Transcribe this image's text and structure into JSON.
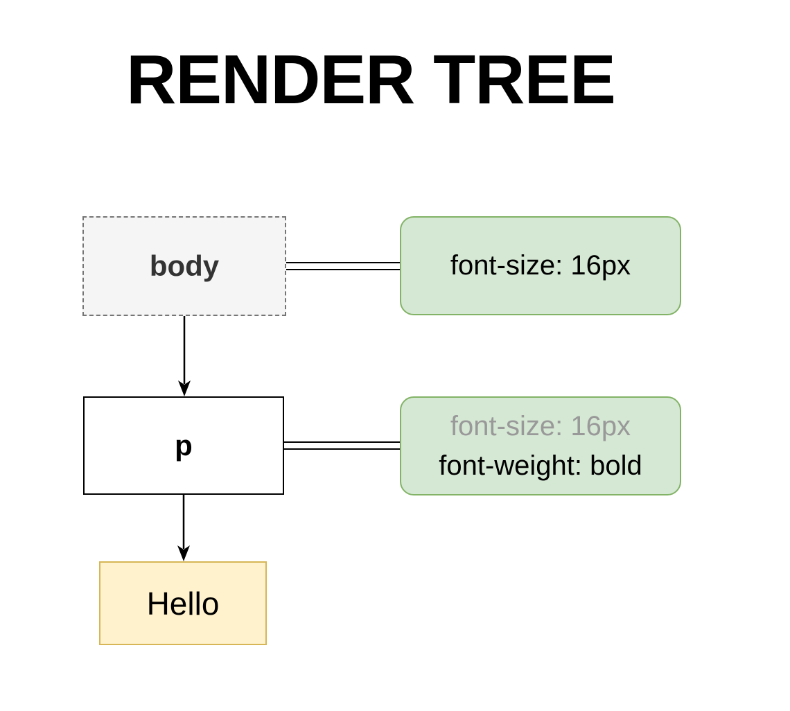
{
  "title": "RENDER TREE",
  "nodes": [
    {
      "id": "body",
      "label": "body",
      "kind": "element-ghost"
    },
    {
      "id": "p",
      "label": "p",
      "kind": "element"
    },
    {
      "id": "hello",
      "label": "Hello",
      "kind": "text-node"
    }
  ],
  "notes": [
    {
      "for": "body",
      "lines": [
        {
          "text": "font-size: 16px",
          "muted": false
        }
      ]
    },
    {
      "for": "p",
      "lines": [
        {
          "text": "font-size: 16px",
          "muted": true
        },
        {
          "text": "font-weight: bold",
          "muted": false
        }
      ]
    }
  ],
  "colors": {
    "background": "#ffffff",
    "title_text": "#000000",
    "ghost_fill": "#f5f5f5",
    "ghost_border": "#757575",
    "ghost_text": "#333333",
    "element_fill": "#ffffff",
    "element_border": "#000000",
    "note_fill": "#d5e8d4",
    "note_border": "#82b366",
    "note_muted_text": "#999999",
    "text_node_fill": "#fff2cc",
    "text_node_border": "#d6b656",
    "connector": "#000000"
  }
}
